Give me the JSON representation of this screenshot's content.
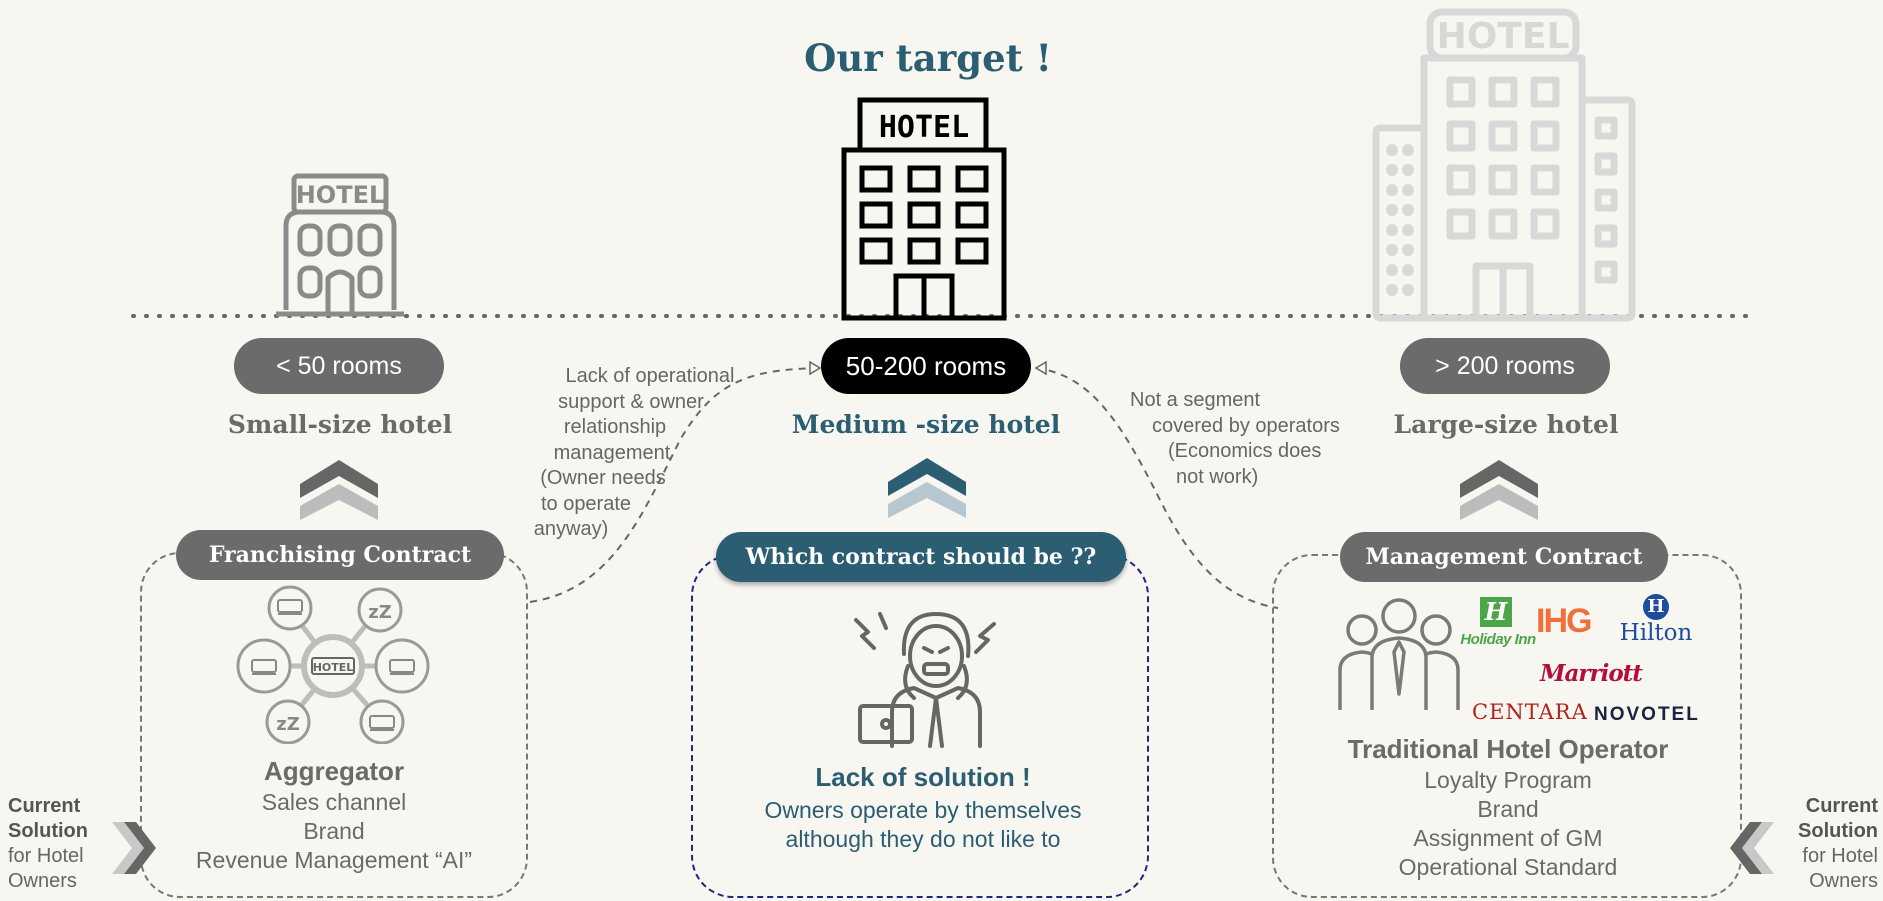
{
  "colors": {
    "background": "#f8f6f0",
    "dark_grey": "#666666",
    "mid_grey": "#6a6a6a",
    "teal": "#2b5d73",
    "black": "#000000",
    "navy_dash": "#1b2a7a"
  },
  "target_label": "Our target !",
  "segments": {
    "small": {
      "rooms": "< 50 rooms",
      "title": "Small-size hotel",
      "icon": "small-hotel-icon"
    },
    "medium": {
      "rooms": "50-200 rooms",
      "title": "Medium -size hotel",
      "icon": "medium-hotel-icon"
    },
    "large": {
      "rooms": "> 200 rooms",
      "title": "Large-size hotel",
      "icon": "large-hotel-icon"
    }
  },
  "hotel_sign": "HOTEL",
  "notes": {
    "left": [
      "Lack of operational",
      "support & owner",
      "relationship",
      "management",
      "(Owner needs",
      "to operate",
      "anyway)"
    ],
    "right": [
      "Not a segment",
      "covered by operators",
      "(Economics does",
      "not work)"
    ]
  },
  "contracts": {
    "franchising": {
      "header": "Franchising Contract",
      "title": "Aggregator",
      "lines": [
        "Sales channel",
        "Brand",
        "Revenue Management “AI”"
      ],
      "icon": "aggregator-network-icon"
    },
    "unknown": {
      "header": "Which contract should be ??",
      "title": "Lack of solution !",
      "lines": [
        "Owners operate by themselves",
        "although they do not like to"
      ],
      "icon": "stressed-person-icon"
    },
    "management": {
      "header": "Management Contract",
      "title": "Traditional Hotel Operator",
      "lines": [
        "Loyalty Program",
        "Brand",
        "Assignment of GM",
        "Operational Standard"
      ],
      "icon": "business-people-icon",
      "brands": [
        "Holiday Inn",
        "IHG",
        "Hilton",
        "Marriott",
        "CENTARA",
        "NOVOTEL"
      ]
    }
  },
  "current_solution": {
    "left": {
      "bold": [
        "Current",
        "Solution"
      ],
      "plain": [
        "for Hotel",
        "Owners"
      ]
    },
    "right": {
      "bold": [
        "Current",
        "Solution"
      ],
      "plain": [
        "for Hotel",
        "Owners"
      ]
    }
  }
}
